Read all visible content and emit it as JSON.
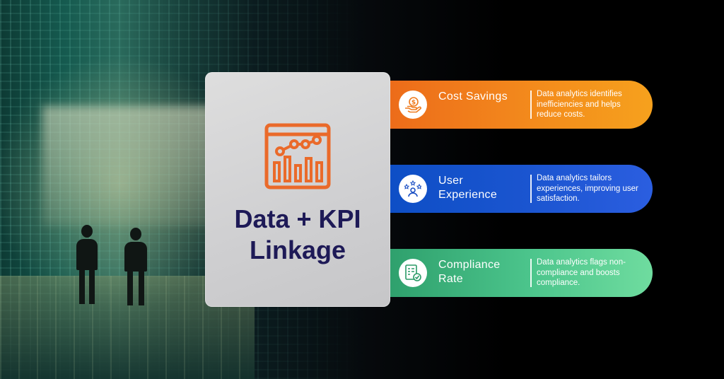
{
  "card": {
    "title": "Data + KPI Linkage",
    "icon": "analytics-chart-icon"
  },
  "items": [
    {
      "label": "Cost Savings",
      "description": "Data analytics identifies inefficiencies and helps reduce costs.",
      "icon": "money-hand-icon",
      "color": "#f38a1c"
    },
    {
      "label": "User Experience",
      "description": "Data analytics tailors experiences, improving user satisfaction.",
      "icon": "user-stars-icon",
      "color": "#1b55d0"
    },
    {
      "label": "Compliance Rate",
      "description": "Data analytics flags non-compliance and boosts compliance.",
      "icon": "checklist-icon",
      "color": "#4cc58c"
    }
  ]
}
